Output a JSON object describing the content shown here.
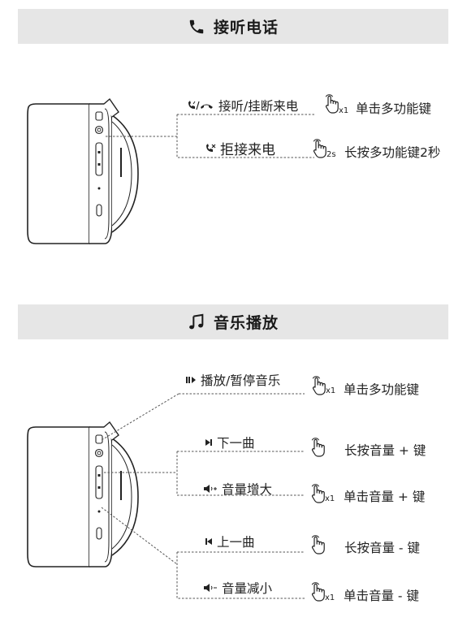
{
  "sections": [
    {
      "title": "接听电话",
      "icon": "phone-icon",
      "rows": [
        {
          "label": "接听/挂断来电",
          "icon": "answer-hangup-icon",
          "gesture_count": "x1",
          "action": "单击多功能键"
        },
        {
          "label": "拒接来电",
          "icon": "reject-call-icon",
          "gesture_count": "2s",
          "action": "长按多功能键2秒"
        }
      ]
    },
    {
      "title": "音乐播放",
      "icon": "music-note-icon",
      "rows": [
        {
          "label": "播放/暂停音乐",
          "icon": "play-pause-icon",
          "gesture_count": "x1",
          "action": "单击多功能键"
        },
        {
          "label": "下一曲",
          "icon": "next-track-icon",
          "gesture_count": "",
          "action": "长按音量 + 键"
        },
        {
          "label": "音量增大",
          "icon": "volume-up-icon",
          "gesture_count": "x1",
          "action": "单击音量 + 键"
        },
        {
          "label": "上一曲",
          "icon": "previous-track-icon",
          "gesture_count": "",
          "action": "长按音量 - 键"
        },
        {
          "label": "音量减小",
          "icon": "volume-down-icon",
          "gesture_count": "x1",
          "action": "单击音量 - 键"
        }
      ]
    }
  ]
}
